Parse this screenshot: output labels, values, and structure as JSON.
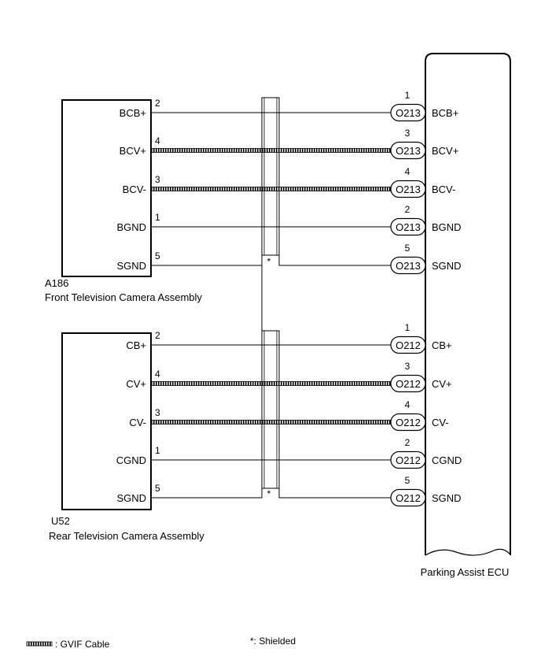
{
  "colors": {
    "line": "#000000",
    "background": "#ffffff"
  },
  "ecu": {
    "label": "Parking Assist ECU"
  },
  "assemblies": [
    {
      "code": "A186",
      "name": "Front Television Camera Assembly",
      "connector": "O213",
      "wires": [
        {
          "left_label": "BCB+",
          "left_pin": "2",
          "ecu_pin": "1",
          "ecu_label": "BCB+",
          "type": "plain"
        },
        {
          "left_label": "BCV+",
          "left_pin": "4",
          "ecu_pin": "3",
          "ecu_label": "BCV+",
          "type": "gvif"
        },
        {
          "left_label": "BCV-",
          "left_pin": "3",
          "ecu_pin": "4",
          "ecu_label": "BCV-",
          "type": "gvif"
        },
        {
          "left_label": "BGND",
          "left_pin": "1",
          "ecu_pin": "2",
          "ecu_label": "BGND",
          "type": "plain"
        },
        {
          "left_label": "SGND",
          "left_pin": "5",
          "ecu_pin": "5",
          "ecu_label": "SGND",
          "type": "shield"
        }
      ]
    },
    {
      "code": "U52",
      "name": "Rear Television Camera Assembly",
      "connector": "O212",
      "wires": [
        {
          "left_label": "CB+",
          "left_pin": "2",
          "ecu_pin": "1",
          "ecu_label": "CB+",
          "type": "plain"
        },
        {
          "left_label": "CV+",
          "left_pin": "4",
          "ecu_pin": "3",
          "ecu_label": "CV+",
          "type": "gvif"
        },
        {
          "left_label": "CV-",
          "left_pin": "3",
          "ecu_pin": "4",
          "ecu_label": "CV-",
          "type": "gvif"
        },
        {
          "left_label": "CGND",
          "left_pin": "1",
          "ecu_pin": "2",
          "ecu_label": "CGND",
          "type": "plain"
        },
        {
          "left_label": "SGND",
          "left_pin": "5",
          "ecu_pin": "5",
          "ecu_label": "SGND",
          "type": "shield"
        }
      ]
    }
  ],
  "shield_marker": "*",
  "legend": {
    "gvif": ": GVIF Cable",
    "shielded": "*: Shielded"
  }
}
